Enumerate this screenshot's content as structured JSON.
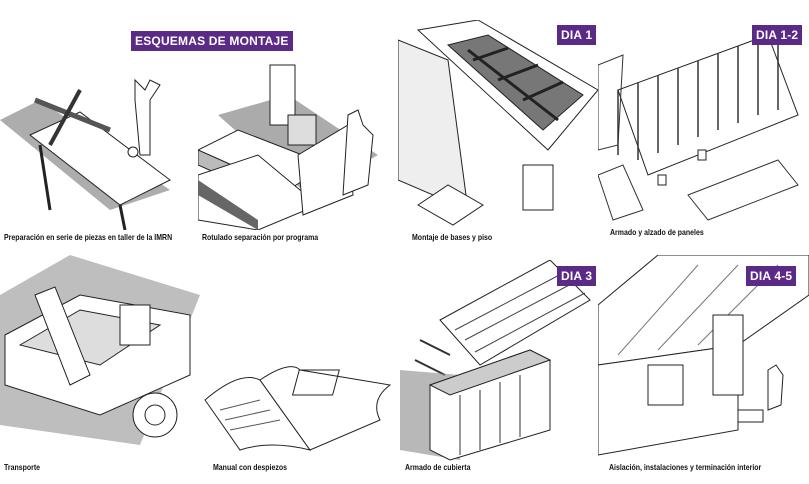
{
  "title": "ESQUEMAS DE MONTAJE",
  "badge_color": "#5b2a86",
  "panels": [
    {
      "caption": "Preparación en serie de piezas en taller de la IMRN",
      "badge": null
    },
    {
      "caption": "Rotulado separación por programa",
      "badge": null
    },
    {
      "caption": "Montaje de bases y piso",
      "badge": "DIA 1"
    },
    {
      "caption": "Armado y alzado de paneles",
      "badge": "DIA 1-2"
    },
    {
      "caption": "Transporte",
      "badge": null
    },
    {
      "caption": "Manual con despiezos",
      "badge": null
    },
    {
      "caption": "Armado de cubierta",
      "badge": "DIA 3"
    },
    {
      "caption": "Aislación, instalaciones y terminación interior",
      "badge": "DIA 4-5"
    }
  ]
}
